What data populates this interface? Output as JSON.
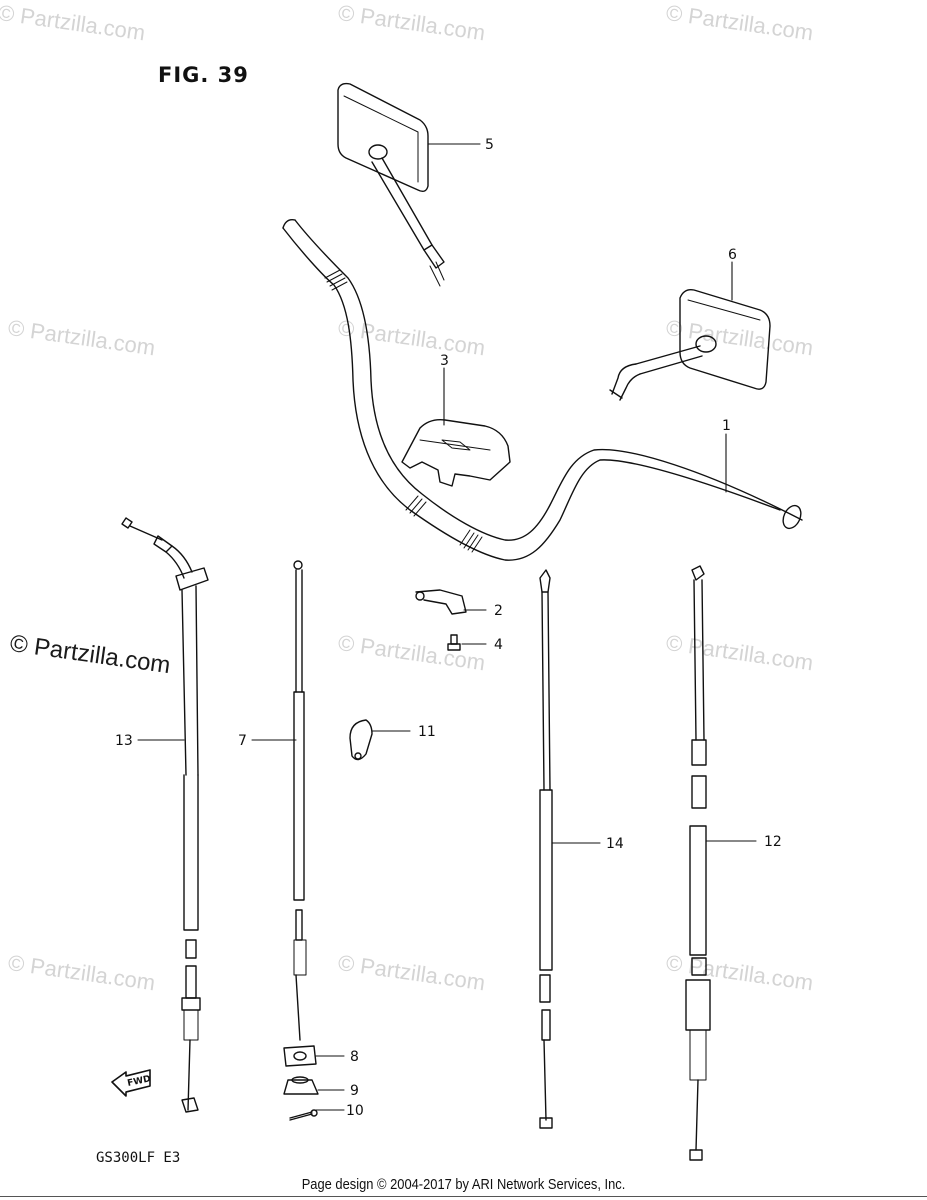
{
  "figure": {
    "title": "FIG. 39",
    "model_code": "GS300LF  E3"
  },
  "watermarks": [
    "© Partzilla.com"
  ],
  "main_watermark": "© Partzilla.com",
  "footer": "Page design © 2004-2017 by ARI Network Services, Inc.",
  "callouts": {
    "p1": "1",
    "p2": "2",
    "p3": "3",
    "p4": "4",
    "p5": "5",
    "p6": "6",
    "p7": "7",
    "p8": "8",
    "p9": "9",
    "p10": "10",
    "p11": "11",
    "p12": "12",
    "p13": "13",
    "p14": "14"
  },
  "fwd_label": "FWD"
}
